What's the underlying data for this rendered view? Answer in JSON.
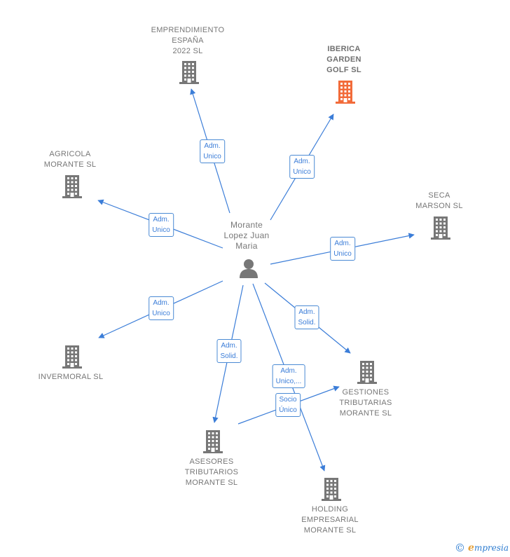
{
  "center": {
    "name": "Morante\nLopez Juan\nMaria",
    "icon": "person-icon",
    "color": "#777777"
  },
  "colors": {
    "edge": "#3b7dd8",
    "building": "#777777",
    "highlight": "#f26b3a"
  },
  "companies": [
    {
      "id": "emprendimiento",
      "name": "EMPRENDIMIENTO\nESPAÑA\n2022  SL",
      "icon": "building-icon",
      "highlight": false
    },
    {
      "id": "iberica",
      "name": "IBERICA\nGARDEN\nGOLF  SL",
      "icon": "building-icon",
      "highlight": true
    },
    {
      "id": "agricola",
      "name": "AGRICOLA\nMORANTE  SL",
      "icon": "building-icon",
      "highlight": false
    },
    {
      "id": "seca",
      "name": "SECA\nMARSON  SL",
      "icon": "building-icon",
      "highlight": false
    },
    {
      "id": "invermoral",
      "name": "INVERMORAL SL",
      "icon": "building-icon",
      "highlight": false
    },
    {
      "id": "gestiones",
      "name": "GESTIONES\nTRIBUTARIAS\nMORANTE  SL",
      "icon": "building-icon",
      "highlight": false
    },
    {
      "id": "asesores",
      "name": "ASESORES\nTRIBUTARIOS\nMORANTE SL",
      "icon": "building-icon",
      "highlight": false
    },
    {
      "id": "holding",
      "name": "HOLDING\nEMPRESARIAL\nMORANTE  SL",
      "icon": "building-icon",
      "highlight": false
    }
  ],
  "relations": [
    {
      "id": "r-emprendimiento",
      "from": "center",
      "to": "emprendimiento",
      "label": "Adm.\nUnico"
    },
    {
      "id": "r-iberica",
      "from": "center",
      "to": "iberica",
      "label": "Adm.\nUnico"
    },
    {
      "id": "r-agricola",
      "from": "center",
      "to": "agricola",
      "label": "Adm.\nUnico"
    },
    {
      "id": "r-seca",
      "from": "center",
      "to": "seca",
      "label": "Adm.\nUnico"
    },
    {
      "id": "r-invermoral",
      "from": "center",
      "to": "invermoral",
      "label": "Adm.\nUnico"
    },
    {
      "id": "r-gestiones",
      "from": "center",
      "to": "gestiones",
      "label": "Adm.\nSolid."
    },
    {
      "id": "r-asesores",
      "from": "center",
      "to": "asesores",
      "label": "Adm.\nSolid."
    },
    {
      "id": "r-holding",
      "from": "center",
      "to": "holding",
      "label": "Adm.\nUnico,..."
    },
    {
      "id": "r-socio",
      "from": "asesores",
      "to": "gestiones",
      "label": "Socio\nÚnico"
    }
  ],
  "footer": {
    "copyright_symbol": "©",
    "brand_initial": "e",
    "brand_rest": "mpresia"
  }
}
